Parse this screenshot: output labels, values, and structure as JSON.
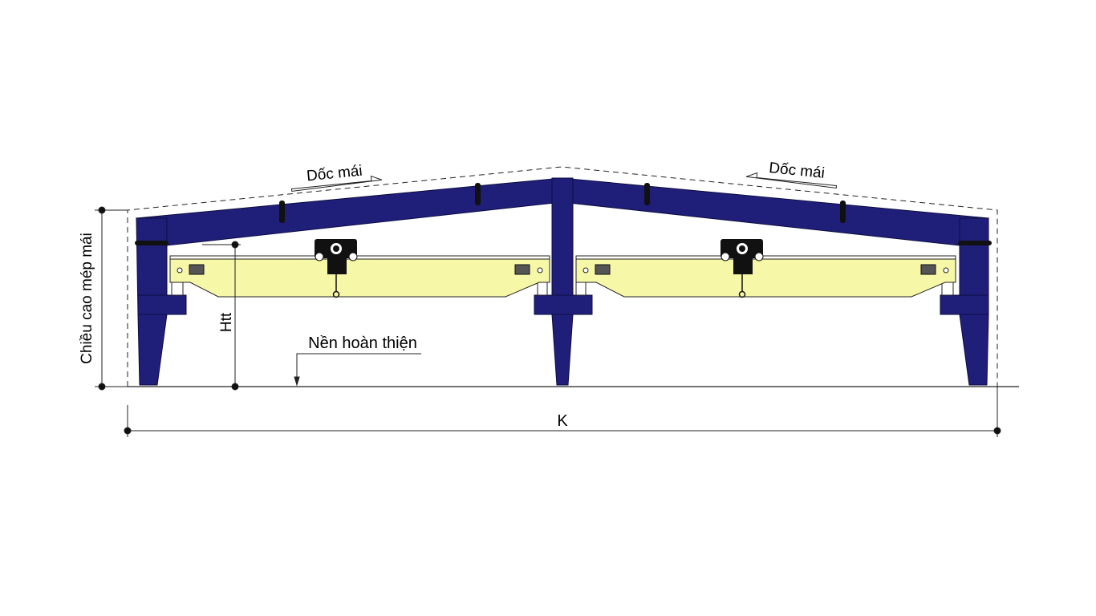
{
  "labels": {
    "roof_slope_left": "Dốc mái",
    "roof_slope_right": "Dốc mái",
    "eave_height": "Chiều cao mép mái",
    "crane_height": "Htt",
    "finished_floor": "Nền hoàn thiện",
    "span": "K"
  },
  "colors": {
    "frame": "#1f1f7a",
    "crane": "#f7f7a8",
    "hoist": "#111111"
  }
}
